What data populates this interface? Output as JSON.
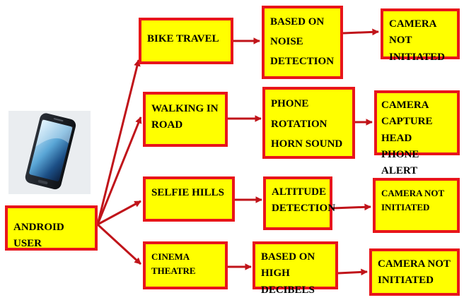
{
  "colors": {
    "box_fill": "#ffff00",
    "box_border": "#e8151b",
    "arrow": "#c0141a"
  },
  "nodes": {
    "android_user": "ANDROID USER",
    "bike_travel": "BIKE TRAVEL",
    "walking_in_road": "WALKING IN\nROAD",
    "selfie_hills": "SELFIE HILLS",
    "cinema_theatre": "CINEMA THEATRE",
    "based_on_noise_detection": "BASED ON\nNOISE\nDETECTION",
    "phone_rotation_horn_sound": "PHONE\nROTATION\nHORN SOUND",
    "altitude_detection": "ALTITUDE\nDETECTION",
    "based_on_high_decibels": "BASED ON HIGH\nDECIBELS",
    "camera_not_initiated_1": "CAMERA NOT\nINITIATED",
    "camera_capture_head_phone_alert": "CAMERA\nCAPTURE HEAD\nPHONE ALERT",
    "camera_not_initiated_2": "CAMERA NOT\nINITIATED",
    "camera_not_initiated_3": "CAMERA NOT\nINITIATED"
  },
  "image": {
    "icon": "smartphone-icon"
  }
}
